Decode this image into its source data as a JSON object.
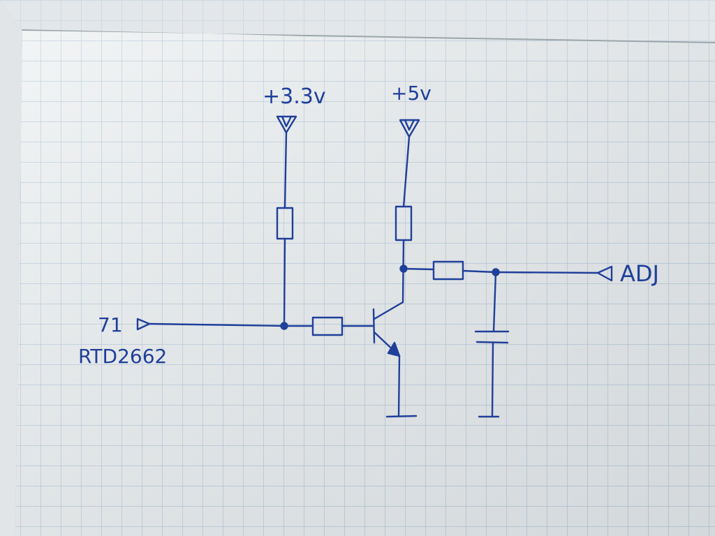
{
  "labels": {
    "supply_33": "+3.3v",
    "supply_5": "+5v",
    "input_pin": "71",
    "chip_name": "RTD2662",
    "output_net": "ADJ"
  },
  "colors": {
    "ink": "#1f3f9a",
    "paper": "#eef1f2",
    "grid": "#a9c0d8"
  }
}
